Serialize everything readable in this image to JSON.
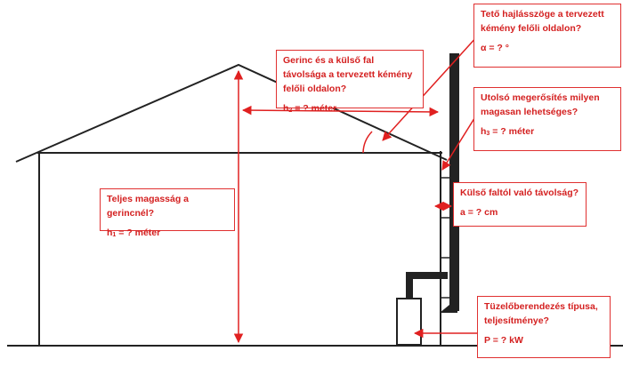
{
  "colors": {
    "line": "#222222",
    "accent": "#e02020"
  },
  "labels": {
    "roof_angle": {
      "question": "Tető hajlásszöge a tervezett kémény felőli oldalon?",
      "value": "α = ? °"
    },
    "ridge_distance": {
      "question": "Gerinc és a külső fal távolsága a tervezett kémény felőli oldalon?",
      "value_prefix": "h",
      "value_sub": "2",
      "value_suffix": " = ? méter"
    },
    "last_support": {
      "question": "Utolsó megerősítés milyen magasan lehetséges?",
      "value_prefix": "h",
      "value_sub": "3",
      "value_suffix": " = ? méter"
    },
    "wall_distance": {
      "question": "Külső faltól való távolság?",
      "value": "a = ? cm"
    },
    "total_height": {
      "question": "Teljes magasság a gerincnél?",
      "value_prefix": "h",
      "value_sub": "1",
      "value_suffix": " = ? méter"
    },
    "heater": {
      "question": "Tüzelőberendezés típusa, teljesítménye?",
      "value": "P = ? kW"
    }
  }
}
